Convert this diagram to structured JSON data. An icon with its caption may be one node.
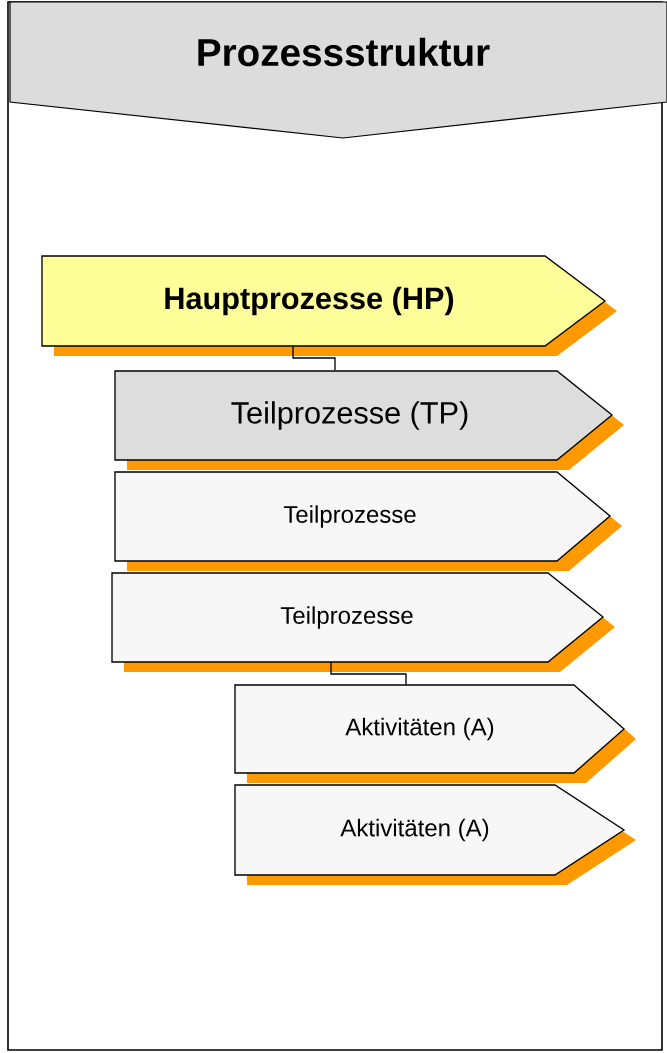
{
  "diagram": {
    "title": "Prozessstruktur",
    "nodes": [
      {
        "text": [
          "Hauptprozesse (HP)"
        ]
      },
      {
        "text": [
          "Teilprozesse (TP)"
        ]
      },
      {
        "text": [
          "Teilprozesse"
        ]
      },
      {
        "text": [
          "Teilprozesse"
        ]
      },
      {
        "text": [
          "Aktivitäten (A)"
        ]
      },
      {
        "text": [
          "Aktivitäten (A)"
        ]
      }
    ],
    "edges": [
      {
        "from": 0,
        "to": 1,
        "arrow": "none"
      },
      {
        "from": 3,
        "to": 4,
        "arrow": "none"
      }
    ]
  }
}
